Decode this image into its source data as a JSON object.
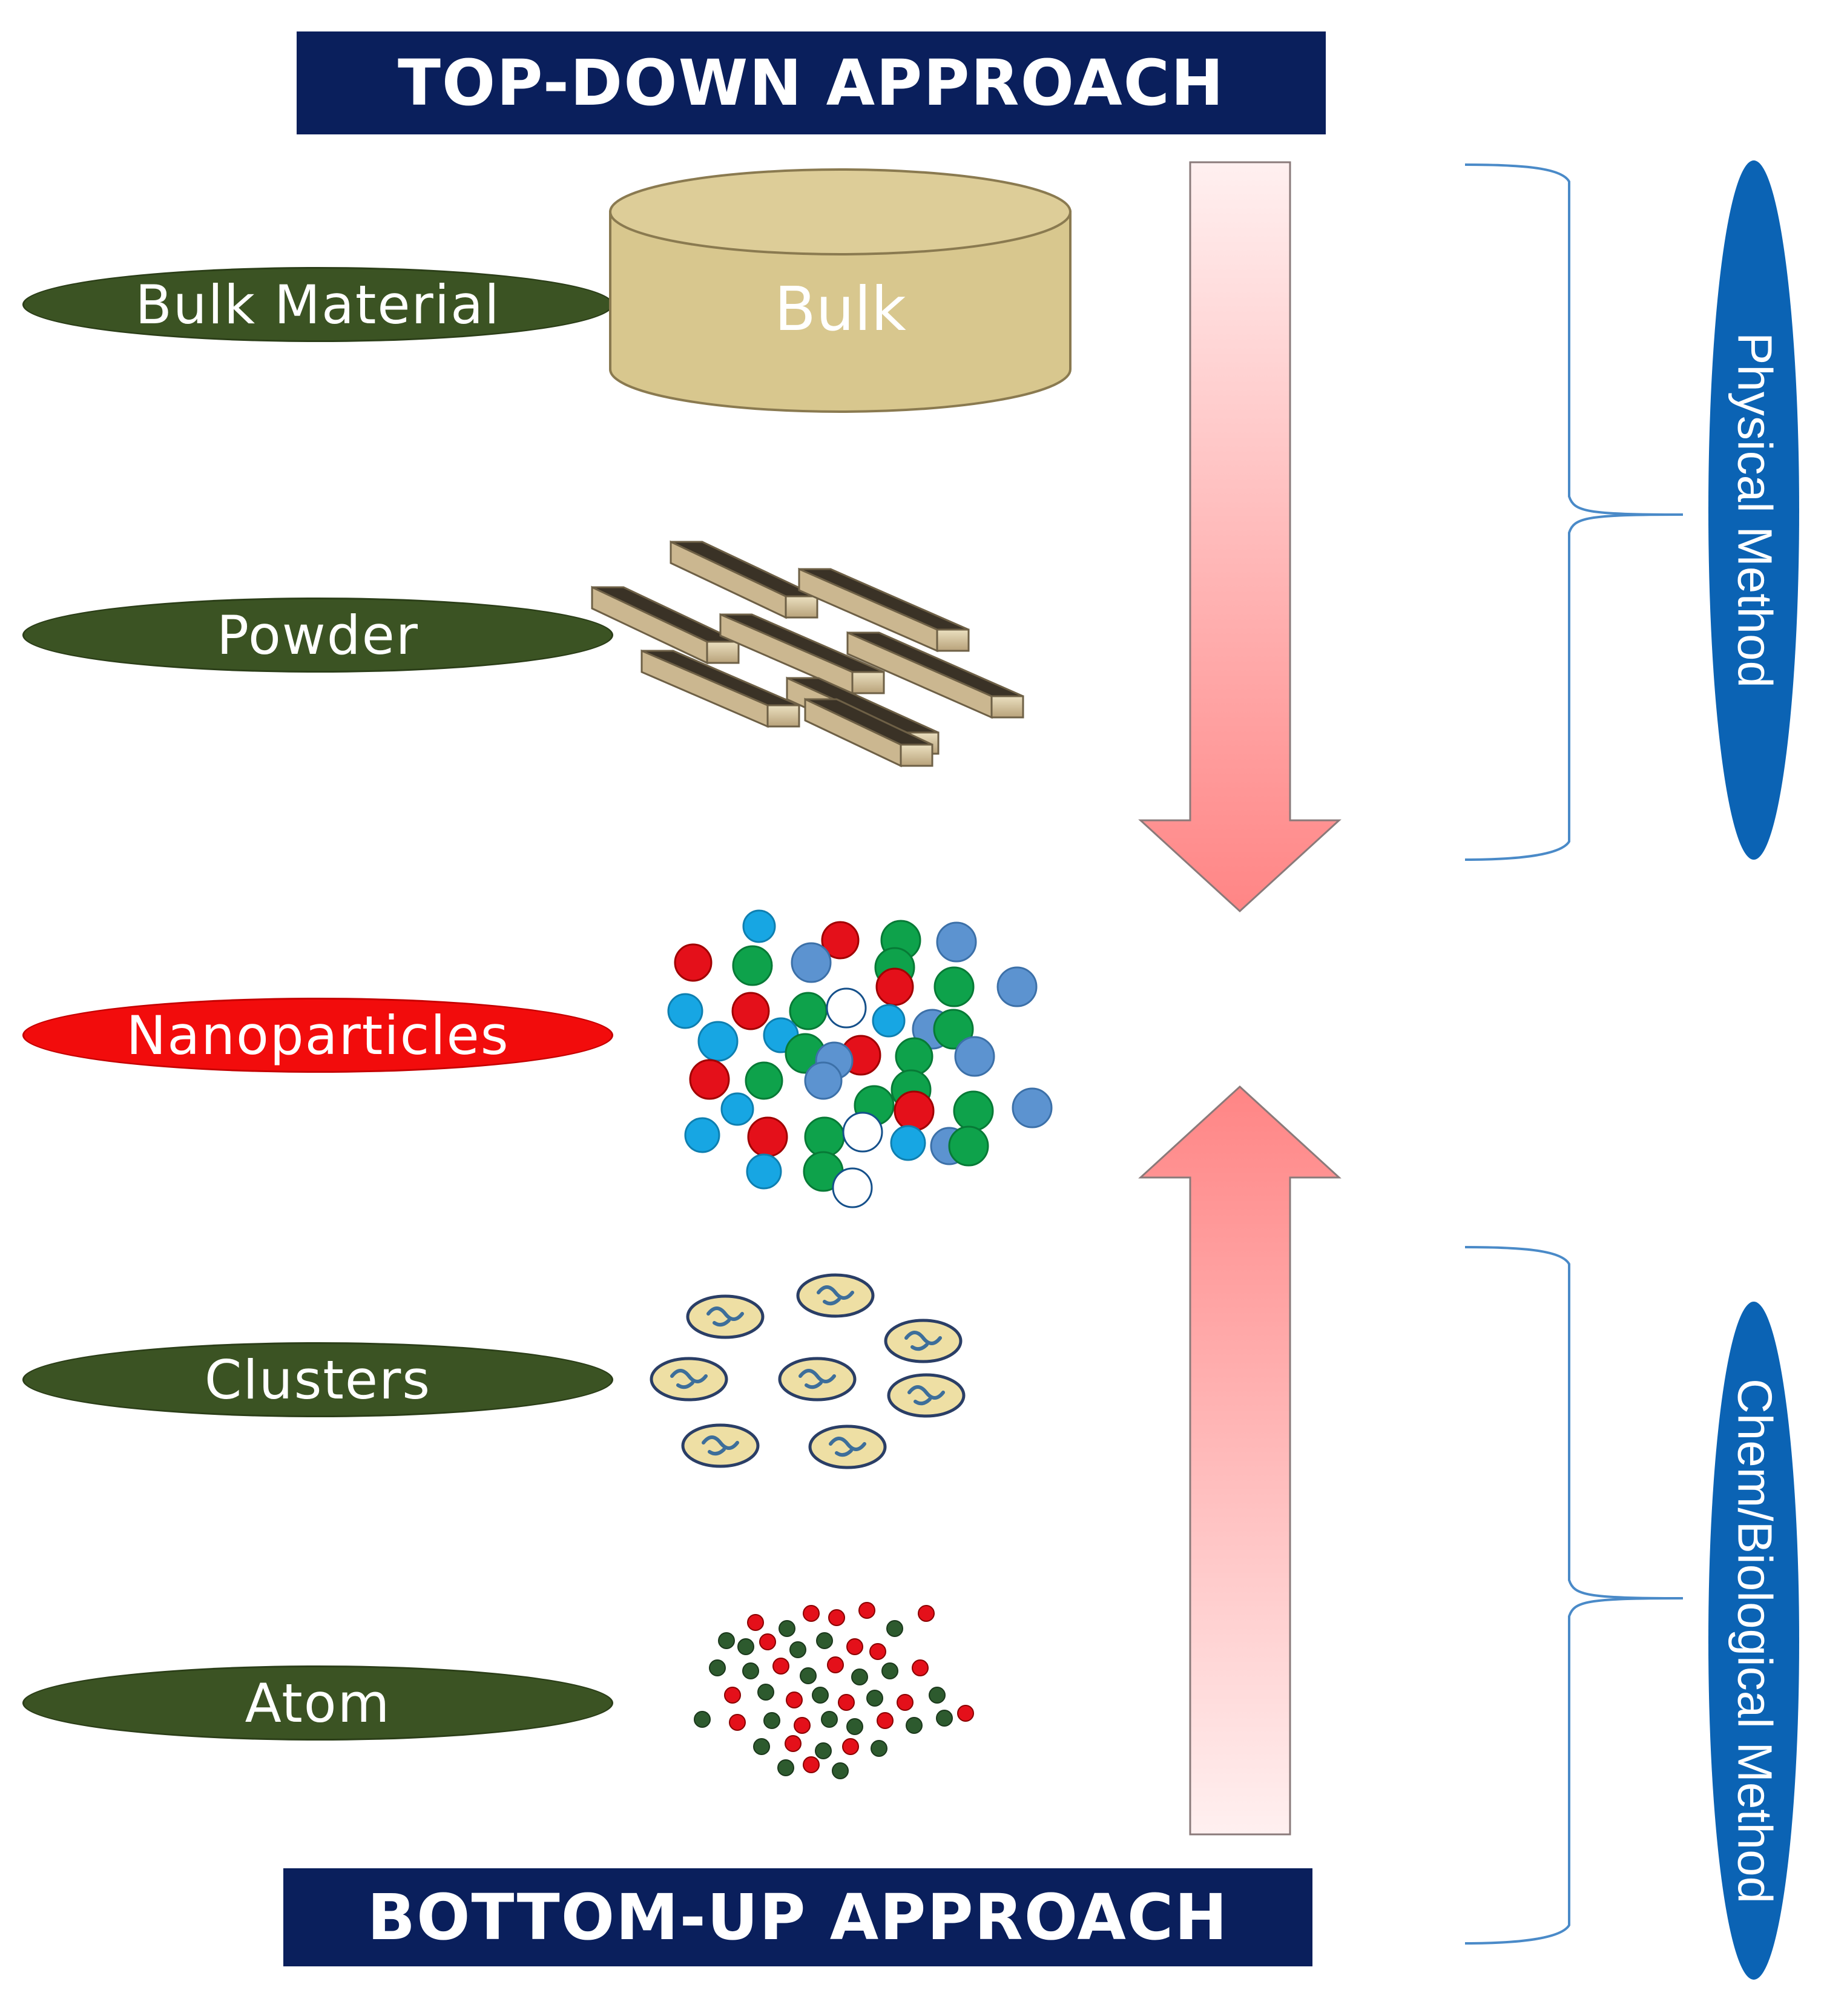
{
  "top_banner": "TOP-DOWN APPROACH",
  "bottom_banner": "BOTTOM-UP APPROACH",
  "stages": {
    "bulk_material": "Bulk Material",
    "powder": "Powder",
    "nanoparticles": "Nanoparticles",
    "clusters": "Clusters",
    "atom": "Atom"
  },
  "bulk_cylinder_label": "Bulk",
  "methods": {
    "physical": "Physical Method",
    "chem_bio": "Chem/Biological Method"
  },
  "colors": {
    "banner": "#0a1f5c",
    "stage_pill": "#3b5323",
    "highlight_pill": "#f20c0c",
    "method_pill": "#0b63b4",
    "arrow_pink": "#ff8c8c",
    "bulk_tan": "#d8c78e"
  }
}
